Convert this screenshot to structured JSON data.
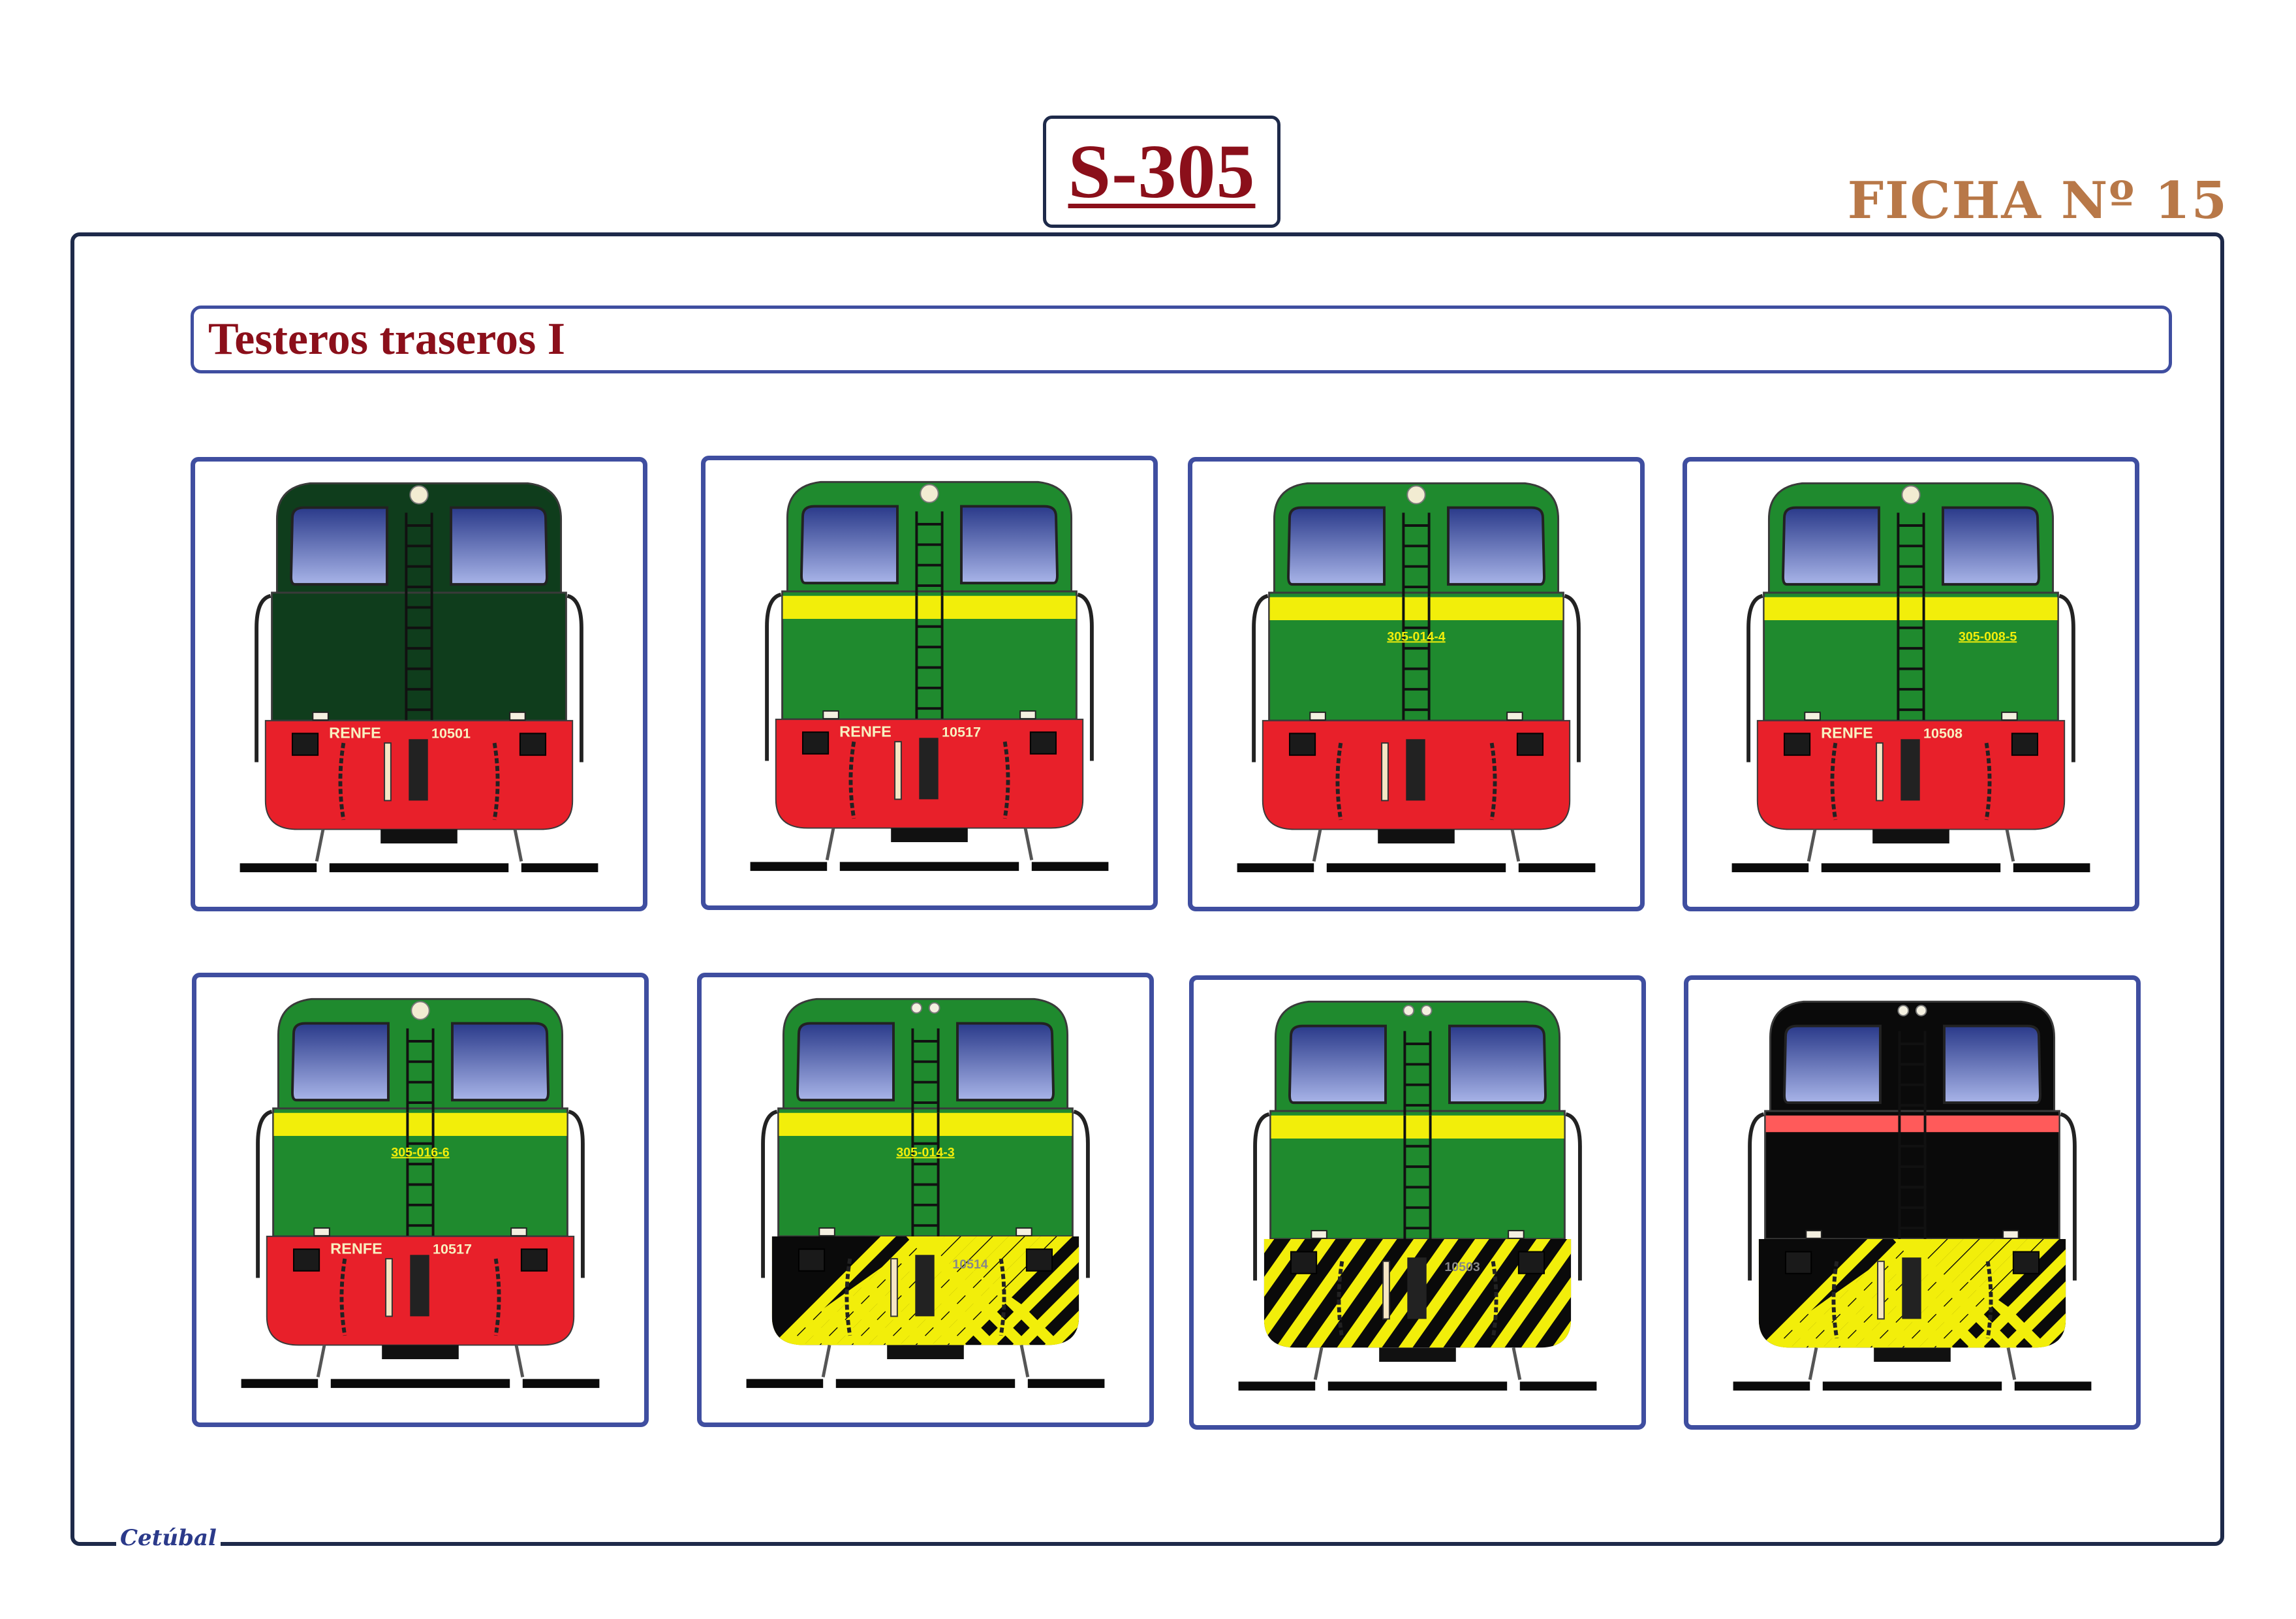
{
  "header": {
    "title": "S-305",
    "ficha": "FICHA Nº 15"
  },
  "section": {
    "title": "Testeros traseros I"
  },
  "signature": "Cetúbal",
  "colors": {
    "frame": "#1e2a4a",
    "card_border": "#3f4ea0",
    "title_red": "#8b0f1a",
    "ficha_brown": "#b87848",
    "renfe_green": "#1f8a2e",
    "dark_green": "#0f3d1c",
    "buffer_red": "#e8202a",
    "stripe_yellow": "#f2ee0a",
    "black": "#0a0a0a",
    "red_stripe": "#ff5a5a"
  },
  "cards": [
    {
      "name": "locomotive-10501",
      "body": "dark_green",
      "lamp": "single",
      "stripe": "none",
      "lower": "red",
      "renfe_text": "RENFE",
      "number_text": "10501",
      "cab_number": ""
    },
    {
      "name": "locomotive-10517",
      "body": "renfe_green",
      "lamp": "single",
      "stripe": "yellow",
      "lower": "red",
      "renfe_text": "RENFE",
      "number_text": "10517",
      "cab_number": ""
    },
    {
      "name": "locomotive-305-014",
      "body": "renfe_green",
      "lamp": "single",
      "stripe": "yellow",
      "lower": "red",
      "renfe_text": "",
      "number_text": "",
      "cab_number": "305-014-4"
    },
    {
      "name": "locomotive-305-008-5",
      "body": "renfe_green",
      "lamp": "single",
      "stripe": "yellow",
      "lower": "red",
      "renfe_text": "RENFE",
      "number_text": "10508",
      "cab_number": "305-008-5"
    },
    {
      "name": "locomotive-305-016",
      "body": "renfe_green",
      "lamp": "single",
      "stripe": "yellow",
      "lower": "red",
      "renfe_text": "RENFE",
      "number_text": "10517",
      "cab_number": "305-016-6"
    },
    {
      "name": "locomotive-10514",
      "body": "renfe_green",
      "lamp": "double",
      "stripe": "yellow",
      "lower": "chevron",
      "renfe_text": "",
      "number_text": "10514",
      "cab_number": "305-014-3"
    },
    {
      "name": "locomotive-10503",
      "body": "renfe_green",
      "lamp": "double",
      "stripe": "yellow",
      "lower": "diagonal",
      "renfe_text": "",
      "number_text": "10503",
      "cab_number": ""
    },
    {
      "name": "locomotive-black",
      "body": "black",
      "lamp": "double",
      "stripe": "red",
      "lower": "chevron",
      "renfe_text": "",
      "number_text": "",
      "cab_number": ""
    }
  ]
}
